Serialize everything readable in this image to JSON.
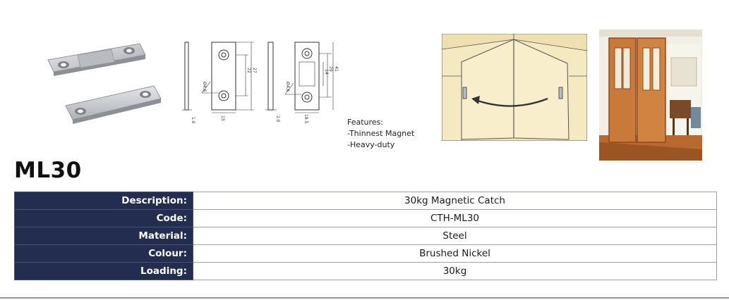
{
  "features": {
    "heading": "Features:",
    "items": [
      "-Thinnest Magnet",
      "-Heavy-duty"
    ]
  },
  "model": "ML30",
  "specs": [
    {
      "label": "Description:",
      "value": "30kg Magnetic Catch"
    },
    {
      "label": "Code:",
      "value": "CTH-ML30"
    },
    {
      "label": "Material:",
      "value": "Steel"
    },
    {
      "label": "Colour:",
      "value": "Brushed Nickel"
    },
    {
      "label": "Loading:",
      "value": "30kg"
    }
  ],
  "colors": {
    "label_bg": "#232d4f",
    "label_text": "#ffffff",
    "nickel": "#c9cbcf"
  },
  "drawing_labels": {
    "plate1_thickness": "1.0",
    "plate1_hole": "Ø4.6",
    "plate1_width": "15",
    "plate1_dim_a": "22",
    "plate1_dim_b": "27",
    "plate2_thickness": "2.0",
    "plate2_hole": "Ø4.6",
    "plate2_width": "18.5",
    "plate2_dim_a": "41",
    "plate2_dim_b": "29",
    "plate2_dim_c": "14"
  }
}
